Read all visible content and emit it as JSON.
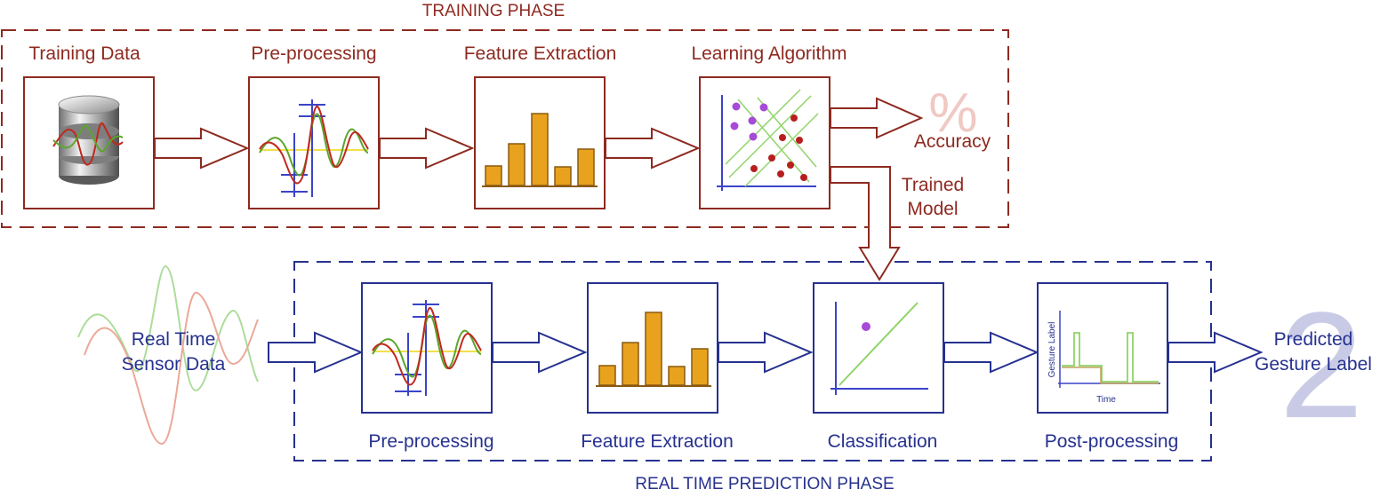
{
  "training": {
    "phase_label": "TRAINING PHASE",
    "steps": [
      "Training Data",
      "Pre-processing",
      "Feature Extraction",
      "Learning Algorithm"
    ],
    "accuracy_symbol": "%",
    "accuracy_label": "Accuracy",
    "trained_model_line1": "Trained",
    "trained_model_line2": "Model"
  },
  "prediction": {
    "phase_label": "REAL TIME PREDICTION PHASE",
    "input_line1": "Real Time",
    "input_line2": "Sensor Data",
    "steps": [
      "Pre-processing",
      "Feature Extraction",
      "Classification",
      "Post-processing"
    ],
    "post_y_axis": "Gesture Label",
    "post_x_axis": "Time",
    "output_line1": "Predicted",
    "output_line2": "Gesture Label"
  },
  "watermark": "2",
  "colors": {
    "training": "#8e2a20",
    "prediction": "#26318f",
    "bar_fill": "#e8a21e",
    "bar_stroke": "#8a5a10",
    "signal_green": "#5ba52c",
    "signal_red": "#c0281e",
    "signal_yellow": "#f2e04a",
    "marker_blue": "#3a44c8",
    "class_purple": "#a64ad8",
    "class_red": "#b81e1e",
    "decision_green": "#8fd468",
    "watermark": "#c9cbe6"
  }
}
